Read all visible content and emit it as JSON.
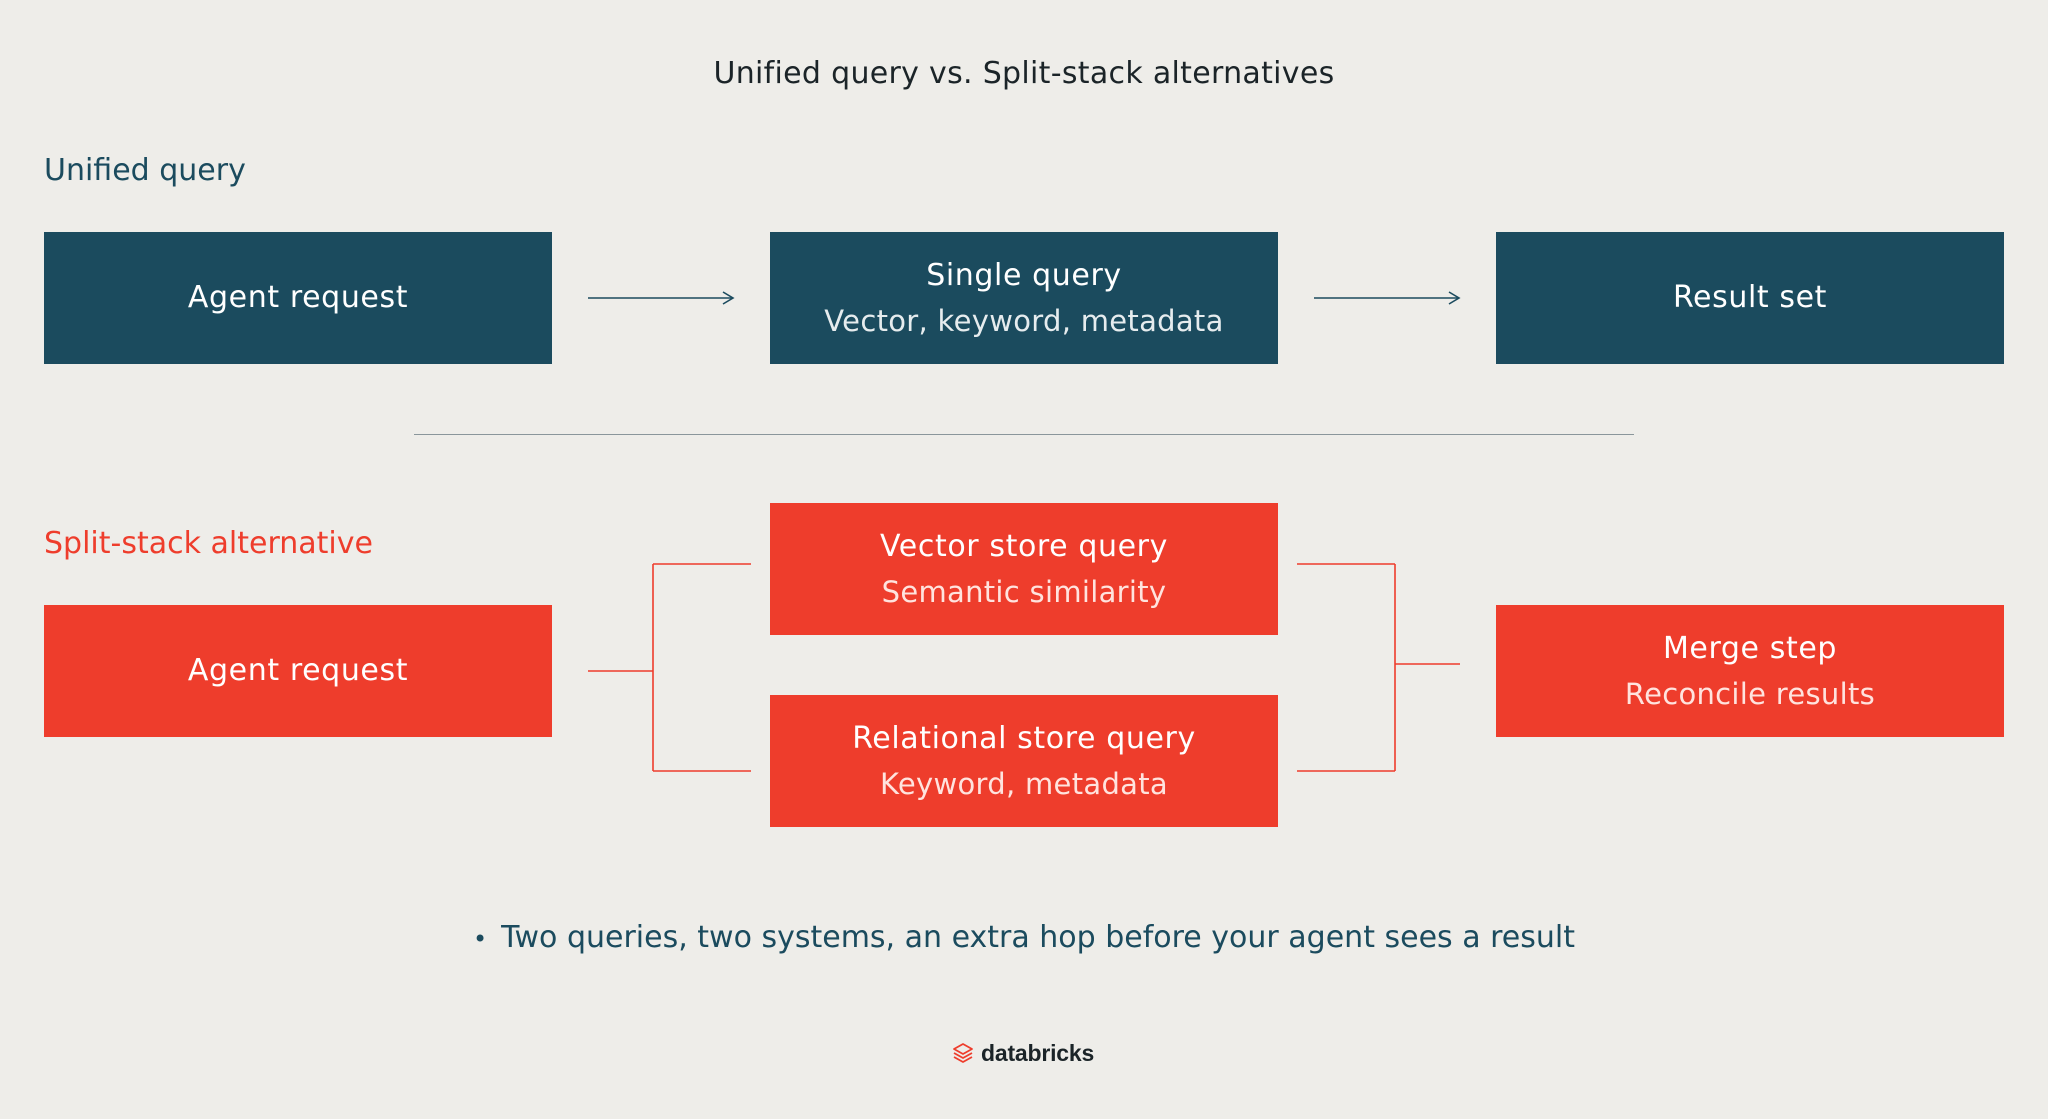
{
  "title": "Unified query vs. Split-stack alternatives",
  "unified": {
    "label": "Unified query",
    "boxes": [
      {
        "main": "Agent request",
        "sub": ""
      },
      {
        "main": "Single query",
        "sub": "Vector, keyword, metadata"
      },
      {
        "main": "Result set",
        "sub": ""
      }
    ]
  },
  "split": {
    "label": "Split-stack alternative",
    "agent": {
      "main": "Agent request"
    },
    "vector": {
      "main": "Vector store query",
      "sub": "Semantic similarity"
    },
    "relational": {
      "main": "Relational store query",
      "sub": "Keyword, metadata"
    },
    "merge": {
      "main": "Merge step",
      "sub": "Reconcile results"
    }
  },
  "note": {
    "bullet": "•",
    "text": "Two queries, two systems, an extra hop before your agent sees a result"
  },
  "brand": {
    "name": "databricks"
  },
  "colors": {
    "background": "#EEEDE9",
    "teal": "#1B4B5E",
    "red": "#EE3D2C"
  }
}
